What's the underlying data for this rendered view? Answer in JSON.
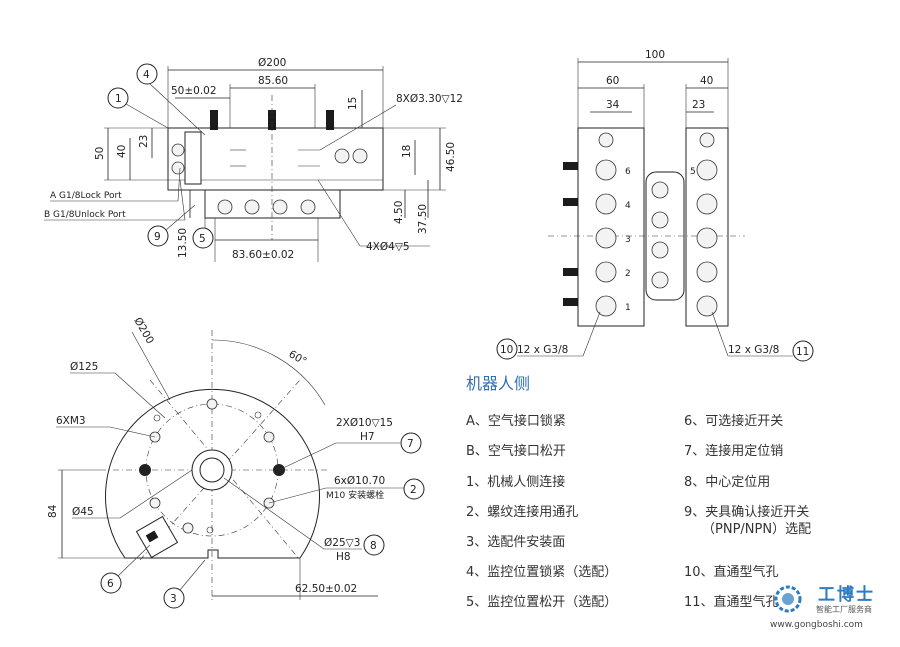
{
  "top_left_view": {
    "dims": {
      "d200": "Ø200",
      "d85_60": "85.60",
      "d50_tol": "50±0.02",
      "d15": "15",
      "d8x330": "8XØ3.30▽12",
      "d50": "50",
      "d40": "40",
      "d23": "23",
      "d18": "18",
      "d46_50": "46.50",
      "d4_50": "4.50",
      "d37_50": "37.50",
      "d13_50": "13.50",
      "d83_60": "83.60±0.02",
      "d4x4": "4XØ4▽5"
    },
    "labels": {
      "port_a": "A G1/8Lock Port",
      "port_b": "B G1/8Unlock Port"
    },
    "callouts": {
      "c1": "1",
      "c4": "4",
      "c5": "5",
      "c9": "9"
    }
  },
  "top_right_view": {
    "dims": {
      "d100": "100",
      "d60": "60",
      "d40": "40",
      "d34": "34",
      "d23": "23"
    },
    "port_numbers": [
      "1",
      "2",
      "3",
      "4",
      "5",
      "6"
    ],
    "labels": {
      "left": "12 x G3/8",
      "right": "12 x G3/8"
    },
    "callouts": {
      "c10": "10",
      "c11": "11"
    }
  },
  "bottom_view": {
    "dims": {
      "d200": "Ø200",
      "d125": "Ø125",
      "angle60": "60°",
      "m3": "6XM3",
      "d2x10": "2XØ10▽15",
      "h7": "H7",
      "d6x10": "6xØ10.70",
      "m10": "M10 安装螺栓",
      "d84": "84",
      "d45": "Ø45",
      "d25": "Ø25▽3",
      "h8": "H8",
      "d62_50": "62.50±0.02"
    },
    "callouts": {
      "c2": "2",
      "c3": "3",
      "c6": "6",
      "c7": "7",
      "c8": "8"
    }
  },
  "legend": {
    "title": "机器人侧",
    "left": [
      "A、空气接口锁紧",
      "B、空气接口松开",
      "1、机械人侧连接",
      "2、螺纹连接用通孔",
      "3、选配件安装面",
      "4、监控位置锁紧（选配）",
      "5、监控位置松开（选配）"
    ],
    "right": [
      "6、可选接近开关",
      "7、连接用定位销",
      "8、中心定位用",
      "9、夹具确认接近开关",
      "（PNP/NPN）选配",
      "10、直通型气孔",
      "11、直通型气孔"
    ]
  },
  "watermark": {
    "name": "工博士",
    "sub": "智能工厂服务商",
    "url": "www.gongboshi.com"
  },
  "colors": {
    "accent": "#2f6fb3",
    "watermark": "#2e7bbf"
  }
}
